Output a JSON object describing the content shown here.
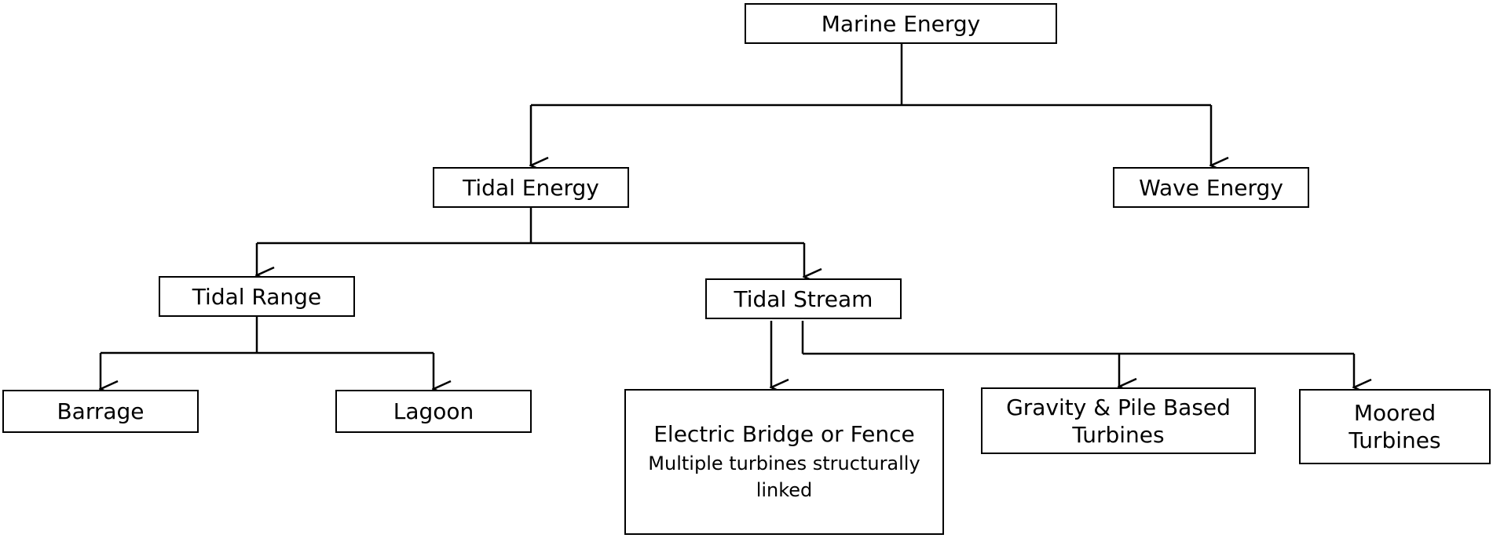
{
  "nodes": {
    "marine_energy": "Marine Energy",
    "tidal_energy": "Tidal Energy",
    "wave_energy": "Wave Energy",
    "tidal_range": "Tidal Range",
    "tidal_stream": "Tidal Stream",
    "barrage": "Barrage",
    "lagoon": "Lagoon",
    "electric_bridge_title": "Electric Bridge or Fence",
    "electric_bridge_desc": "Multiple turbines structurally linked",
    "gravity_pile": "Gravity & Pile Based Turbines",
    "moored": "Moored Turbines"
  }
}
